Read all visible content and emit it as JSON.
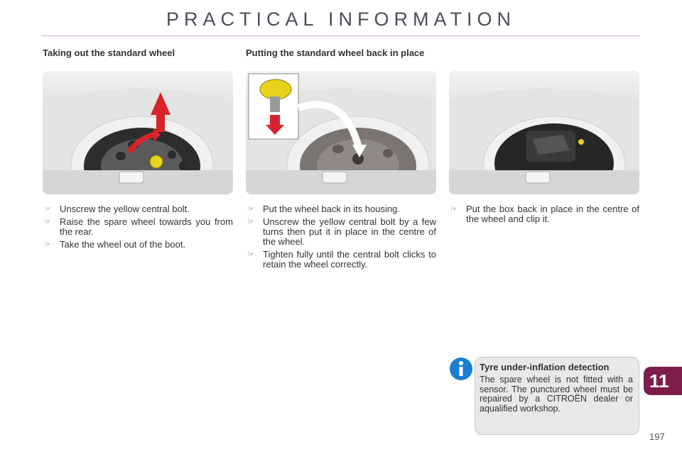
{
  "header": {
    "title": "PRACTICAL INFORMATION"
  },
  "section1": {
    "title": "Taking out the standard wheel",
    "bullets": [
      "Unscrew the yellow central bolt.",
      "Raise the spare wheel towards you from the rear.",
      "Take the wheel out of the boot."
    ]
  },
  "section2": {
    "title": "Putting the standard wheel back in place",
    "bullets": [
      "Put the wheel back in its housing.",
      "Unscrew the yellow central bolt by a few turns then put it in place in the centre of the wheel.",
      "Tighten fully until the central bolt clicks to retain the wheel correctly."
    ]
  },
  "section3": {
    "bullets": [
      "Put the box back in place in the centre of the wheel and clip it."
    ]
  },
  "bullet_mark": "☞",
  "info": {
    "title": "Tyre under-inflation detection",
    "text": "The spare wheel is not fitted with a sensor. The punctured wheel must be repaired by a CITROËN dealer or aqualified workshop."
  },
  "chapter": "11",
  "page_number": "197",
  "colors": {
    "accent": "#7d1d4a",
    "arrow_red": "#d8232a",
    "bolt_yellow": "#e7d31b",
    "info_blue": "#1a7fd0"
  }
}
